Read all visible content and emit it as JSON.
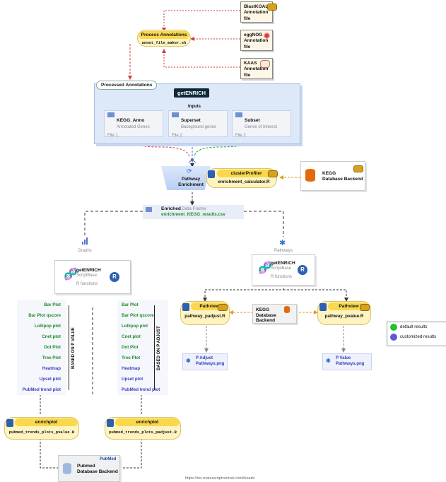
{
  "annotations": {
    "blastkoala": {
      "title": "BlastKOALA",
      "subtitle": "Annotation file"
    },
    "eggnog": {
      "title": "eggNOG",
      "subtitle": "Annotation file"
    },
    "kaas": {
      "title": "KAAS",
      "subtitle": "Annotation file"
    }
  },
  "process_annotations": {
    "title": "Process Annotations",
    "script": "annot_file_maker.sh"
  },
  "processed_annotations_label": "Processed Annotations",
  "getenrich_logo": "getENRICH",
  "inputs_label": "Inputs",
  "inputs": [
    {
      "title": "KEGG_Anno",
      "subtitle": "Annotated Genes",
      "file": "File 1"
    },
    {
      "title": "Superset",
      "subtitle": "Background genes",
      "file": "File 2"
    },
    {
      "title": "Subset",
      "subtitle": "Genes of Interest",
      "file": "File 2"
    }
  ],
  "pathway_enrichment": "Pathway\nEnrichment",
  "clusterprofiler": {
    "title": "clusterProfiler",
    "script": "enrichment_calculator.R"
  },
  "kegg_backend": {
    "title": "KEGG",
    "subtitle": "Database Backend"
  },
  "enriched": {
    "title": "Enriched",
    "title_suffix": "Data Frame",
    "file": "enrichment_KEGG_results.csv"
  },
  "graphs_label": "Graphs",
  "pathways_label": "Pathways",
  "scriptbase_left": {
    "title": "getENRICH",
    "subtitle": "ScriptBase",
    "sub2": "R functions",
    "r": "R"
  },
  "scriptbase_right": {
    "title": "getENRICH",
    "subtitle": "ScriptBase",
    "sub2": "R functions",
    "r": "R"
  },
  "left_list": [
    "Bar Plot",
    "Bar Plot qscore",
    "Lollipop plot",
    "Cnet plot",
    "Dot Plot",
    "Tree Plot",
    "Heatmap",
    "Upset plot",
    "PubMed trend plot"
  ],
  "right_list": [
    "Bar Plot",
    "Bar Plot qscore",
    "Lollipop plot",
    "Cnet plot",
    "Dot Plot",
    "Tree Plot",
    "Heatmap",
    "Upset plot",
    "PubMed trend plot"
  ],
  "left_vlabel": "BASED ON P VALUE",
  "right_vlabel": "BASED ON P ADJUST",
  "pathview_left": {
    "title": "Pathview",
    "script": "pathway_padjust.R"
  },
  "pathview_right": {
    "title": "Pathview",
    "script": "pathway_pvalue.R"
  },
  "kegg_mid": {
    "title": "KEGG",
    "subtitle": "Database Backend"
  },
  "png_left": {
    "line1": "P Adjust",
    "line2": "Pathways.png"
  },
  "png_right": {
    "line1": "P Value",
    "line2": "Pathways.png"
  },
  "enrichplot_left": {
    "title": "enrichplot",
    "script": "pubmed_trends_plots_pvalue.R"
  },
  "enrichplot_right": {
    "title": "enrichplot",
    "script": "pubmed_trends_plots_padjust.R"
  },
  "pubmed": {
    "title": "Pubmed",
    "subtitle": "Database Backend",
    "logo": "PubMed"
  },
  "legend": [
    {
      "label": "default results",
      "color": "#22c32a"
    },
    {
      "label": "customized results",
      "color": "#5b59d6"
    }
  ],
  "footer_url": "https://mc.manuscriptcentral.com/bioadv"
}
